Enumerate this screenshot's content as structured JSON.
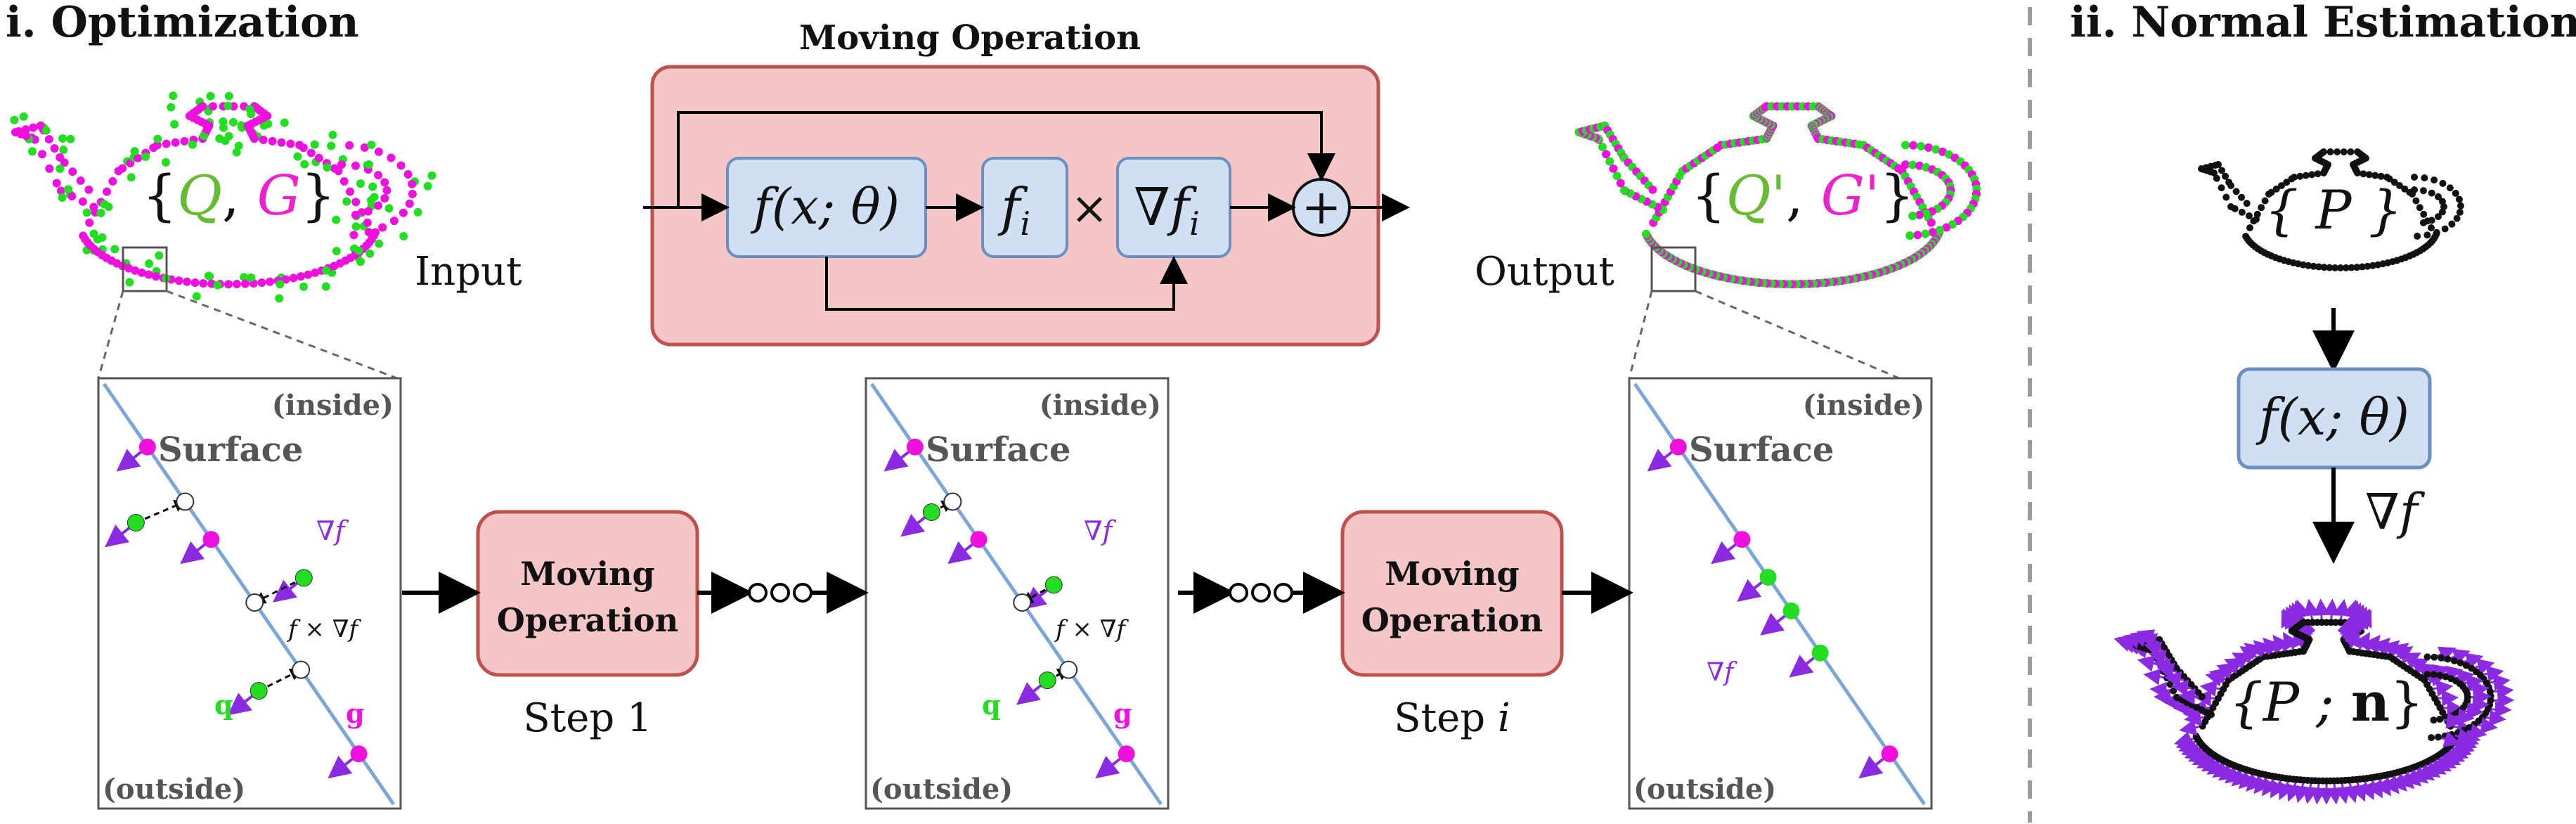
{
  "sections": {
    "optimization_title": "i. Optimization",
    "normal_title": "ii. Normal Estimation"
  },
  "moving_operation": {
    "title": "Moving Operation",
    "fx": "f(x; θ)",
    "fi": "f",
    "fi_sub": "i",
    "times": "×",
    "grad": "∇f",
    "grad_sub": "i",
    "plus": "+"
  },
  "input": {
    "label": "Input",
    "set_open": "{",
    "q": "Q",
    "comma": ",",
    "g": "G",
    "set_close": "}"
  },
  "output": {
    "label": "Output",
    "set_open": "{",
    "q": "Q'",
    "comma": ",",
    "g": "G'",
    "set_close": "}"
  },
  "panel": {
    "inside": "(inside)",
    "outside": "(outside)",
    "surface": "Surface",
    "grad_f": "∇f",
    "f_times_grad": "f × ∇f",
    "q_label": "q",
    "g_label": "g"
  },
  "steps": {
    "moving_line1": "Moving",
    "moving_line2": "Operation",
    "step1": "Step 1",
    "step_i_prefix": "Step ",
    "step_i_var": "i"
  },
  "normal": {
    "p_set": "{ P }",
    "fx": "f(x; θ)",
    "grad_f": "∇f",
    "pn_open": "{P ;",
    "pn_n": "n",
    "pn_close": "}"
  },
  "colors": {
    "green": "#22dd22",
    "magenta": "#ee11dd",
    "purple": "#8a2be2",
    "surface_line": "#7aa6d8",
    "red_fill": "#f5c6c6",
    "red_stroke": "#c0504d",
    "blue_fill": "#cfe0f5",
    "blue_stroke": "#6a8fc0",
    "text_green": "#66bb33",
    "text_magenta": "#ee22cc"
  }
}
